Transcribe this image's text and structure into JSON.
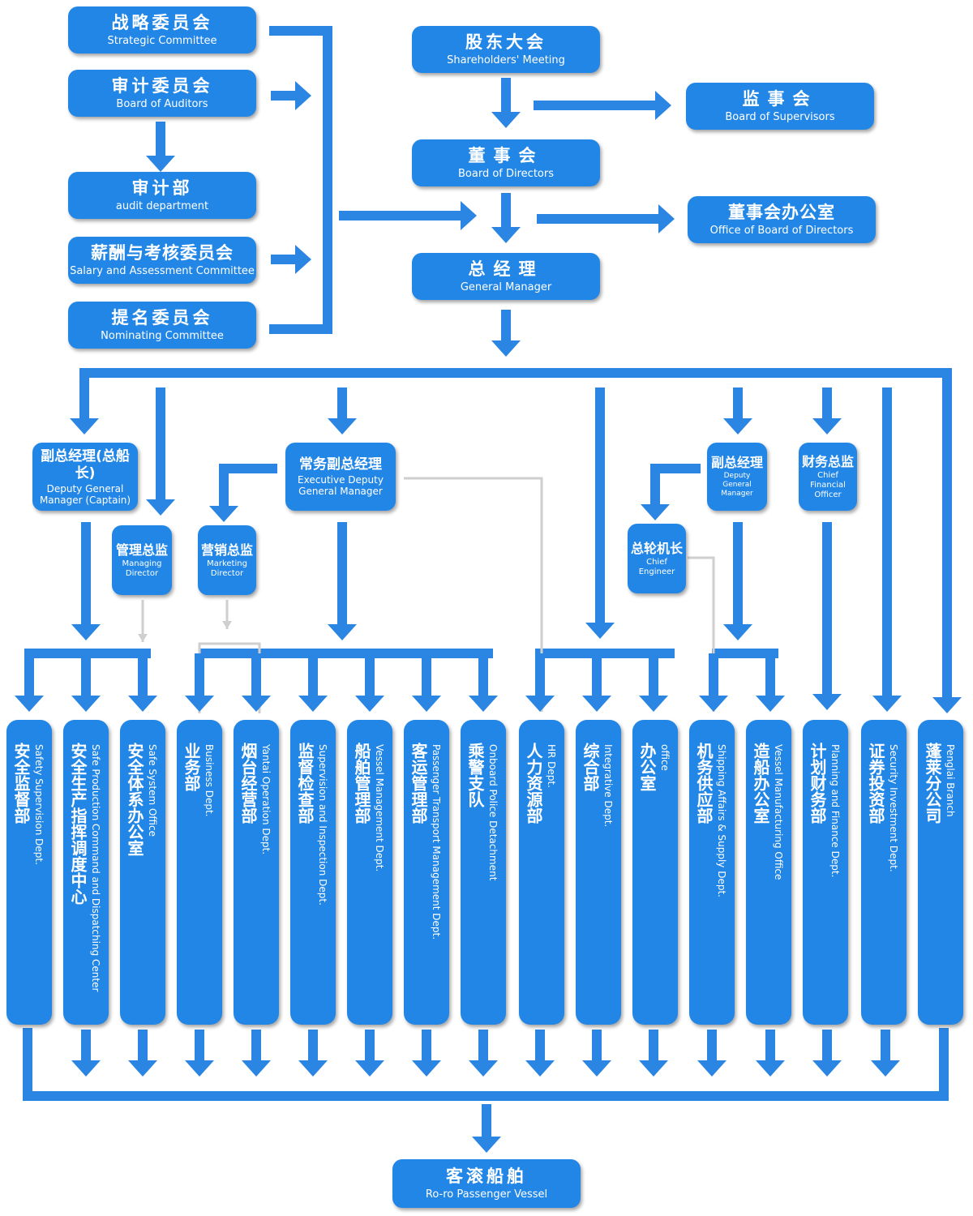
{
  "colors": {
    "box": "#2286e6",
    "connector": "#2b86e3",
    "thin_connector": "#cfcfcf",
    "text": "#ffffff"
  },
  "committees": [
    {
      "zh": "战略委员会",
      "en": "Strategic Committee"
    },
    {
      "zh": "审计委员会",
      "en": "Board of Auditors"
    },
    {
      "zh": "审计部",
      "en": "audit department"
    },
    {
      "zh": "薪酬与考核委员会",
      "en": "Salary and Assessment Committee"
    },
    {
      "zh": "提名委员会",
      "en": "Nominating Committee"
    }
  ],
  "governance": {
    "shareholders": {
      "zh": "股东大会",
      "en": "Shareholders' Meeting"
    },
    "directors": {
      "zh": "董事会",
      "en": "Board of Directors"
    },
    "general_manager": {
      "zh": "总经理",
      "en": "General Manager"
    },
    "supervisors": {
      "zh": "监事会",
      "en": "Board of Supervisors"
    },
    "board_office": {
      "zh": "董事会办公室",
      "en": "Office of Board of Directors"
    }
  },
  "executives": {
    "deputy_captain": {
      "zh": "副总经理(总船长)",
      "en": "Deputy General Manager (Captain)"
    },
    "exec_deputy": {
      "zh": "常务副总经理",
      "en": "Executive Deputy General Manager"
    },
    "deputy_gm": {
      "zh": "副总经理",
      "en": "Deputy General Manager"
    },
    "cfo": {
      "zh": "财务总监",
      "en": "Chief Financial Officer"
    },
    "managing_director": {
      "zh": "管理总监",
      "en": "Managing Director"
    },
    "marketing_director": {
      "zh": "营销总监",
      "en": "Marketing Director"
    },
    "chief_engineer": {
      "zh": "总轮机长",
      "en": "Chief Engineer"
    }
  },
  "departments": [
    {
      "zh": "安全监督部",
      "en": "Safety Supervision Dept."
    },
    {
      "zh": "安全生产指挥调度中心",
      "en": "Safe Production Command and Dispatching Center"
    },
    {
      "zh": "安全体系办公室",
      "en": "Safe System Office"
    },
    {
      "zh": "业务部",
      "en": "Business Dept."
    },
    {
      "zh": "烟台经营部",
      "en": "Yantai Operation Dept."
    },
    {
      "zh": "监督检查部",
      "en": "Supervision and Inspection Dept."
    },
    {
      "zh": "船舶管理部",
      "en": "Vessel Management Dept."
    },
    {
      "zh": "客运管理部",
      "en": "Passenger Transport Management Dept."
    },
    {
      "zh": "乘警支队",
      "en": "Onboard Police Detachment"
    },
    {
      "zh": "人力资源部",
      "en": "HR Dept."
    },
    {
      "zh": "综合部",
      "en": "Integrative Dept."
    },
    {
      "zh": "办公室",
      "en": "office"
    },
    {
      "zh": "机务供应部",
      "en": "Shipping Affairs & Supply Dept."
    },
    {
      "zh": "造船办公室",
      "en": "Vessel Manufacturing Office"
    },
    {
      "zh": "计划财务部",
      "en": "Planning and Finance Dept."
    },
    {
      "zh": "证券投资部",
      "en": "Security Investment Dept."
    },
    {
      "zh": "蓬莱分公司",
      "en": "Penglai Branch"
    }
  ],
  "vessel": {
    "zh": "客滚船舶",
    "en": "Ro-ro Passenger Vessel"
  }
}
